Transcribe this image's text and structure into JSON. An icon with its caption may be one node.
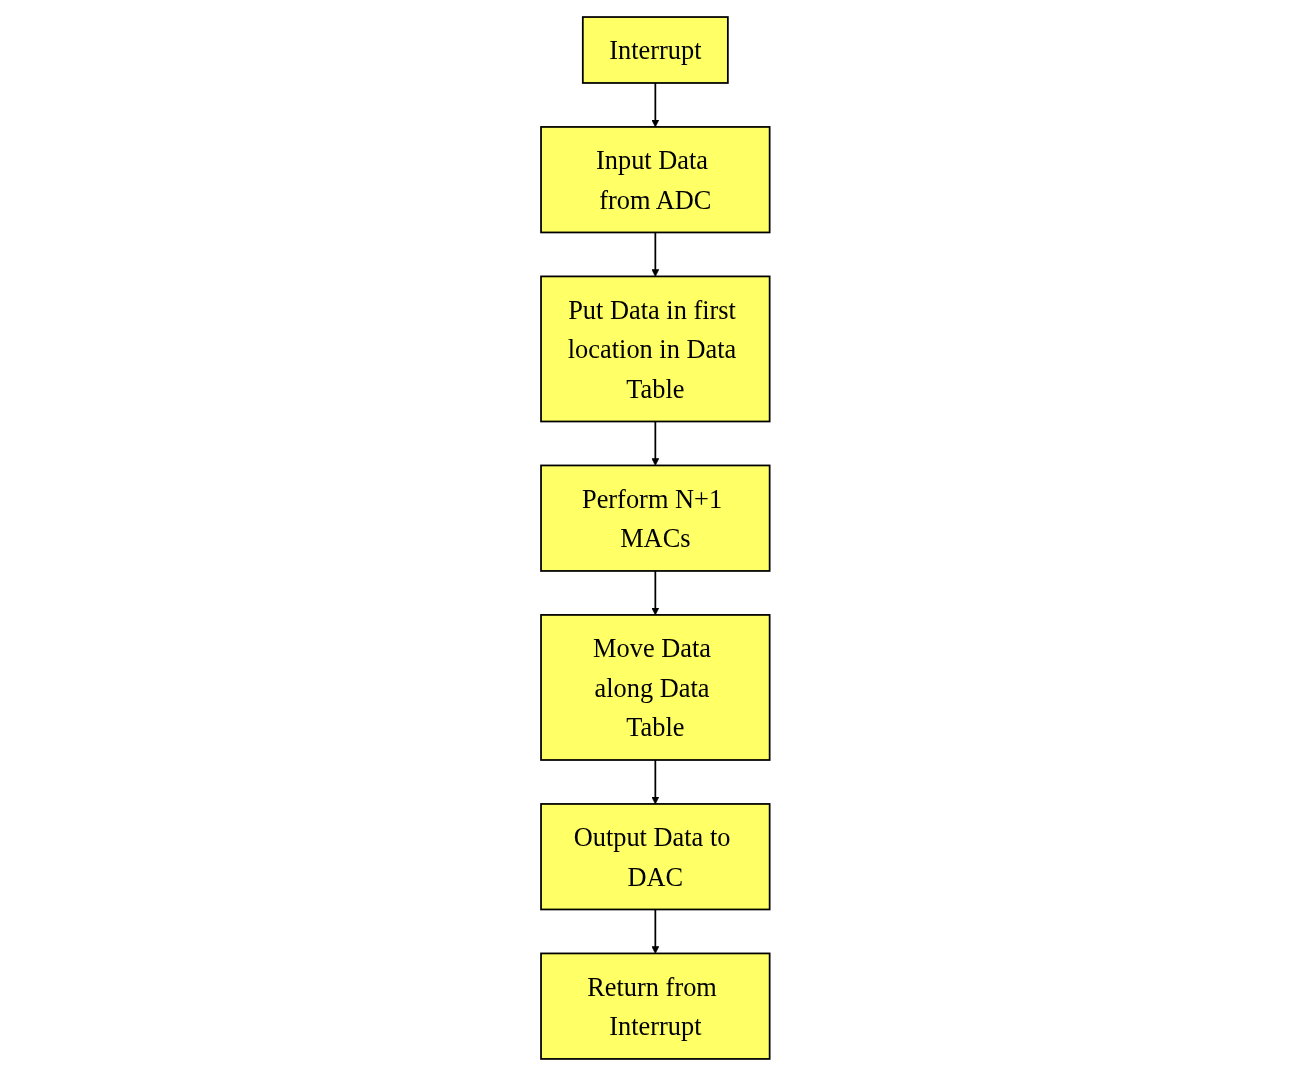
{
  "diagram": {
    "nodes": [
      {
        "text": [
          "Interrupt"
        ]
      },
      {
        "text": [
          "Input Data from ADC"
        ]
      },
      {
        "text": [
          "Put Data in first location in Data Table"
        ]
      },
      {
        "text": [
          "Perform N+1 MACs"
        ]
      },
      {
        "text": [
          "Move Data along Data Table"
        ]
      },
      {
        "text": [
          "Output Data to DAC"
        ]
      },
      {
        "text": [
          "Return from Interrupt"
        ]
      }
    ],
    "edges": [
      {
        "from": 0,
        "to": 1,
        "arrow": "to"
      },
      {
        "from": 1,
        "to": 2,
        "arrow": "to"
      },
      {
        "from": 2,
        "to": 3,
        "arrow": "to"
      },
      {
        "from": 3,
        "to": 4,
        "arrow": "to"
      },
      {
        "from": 4,
        "to": 5,
        "arrow": "to"
      },
      {
        "from": 5,
        "to": 6,
        "arrow": "to"
      }
    ]
  }
}
